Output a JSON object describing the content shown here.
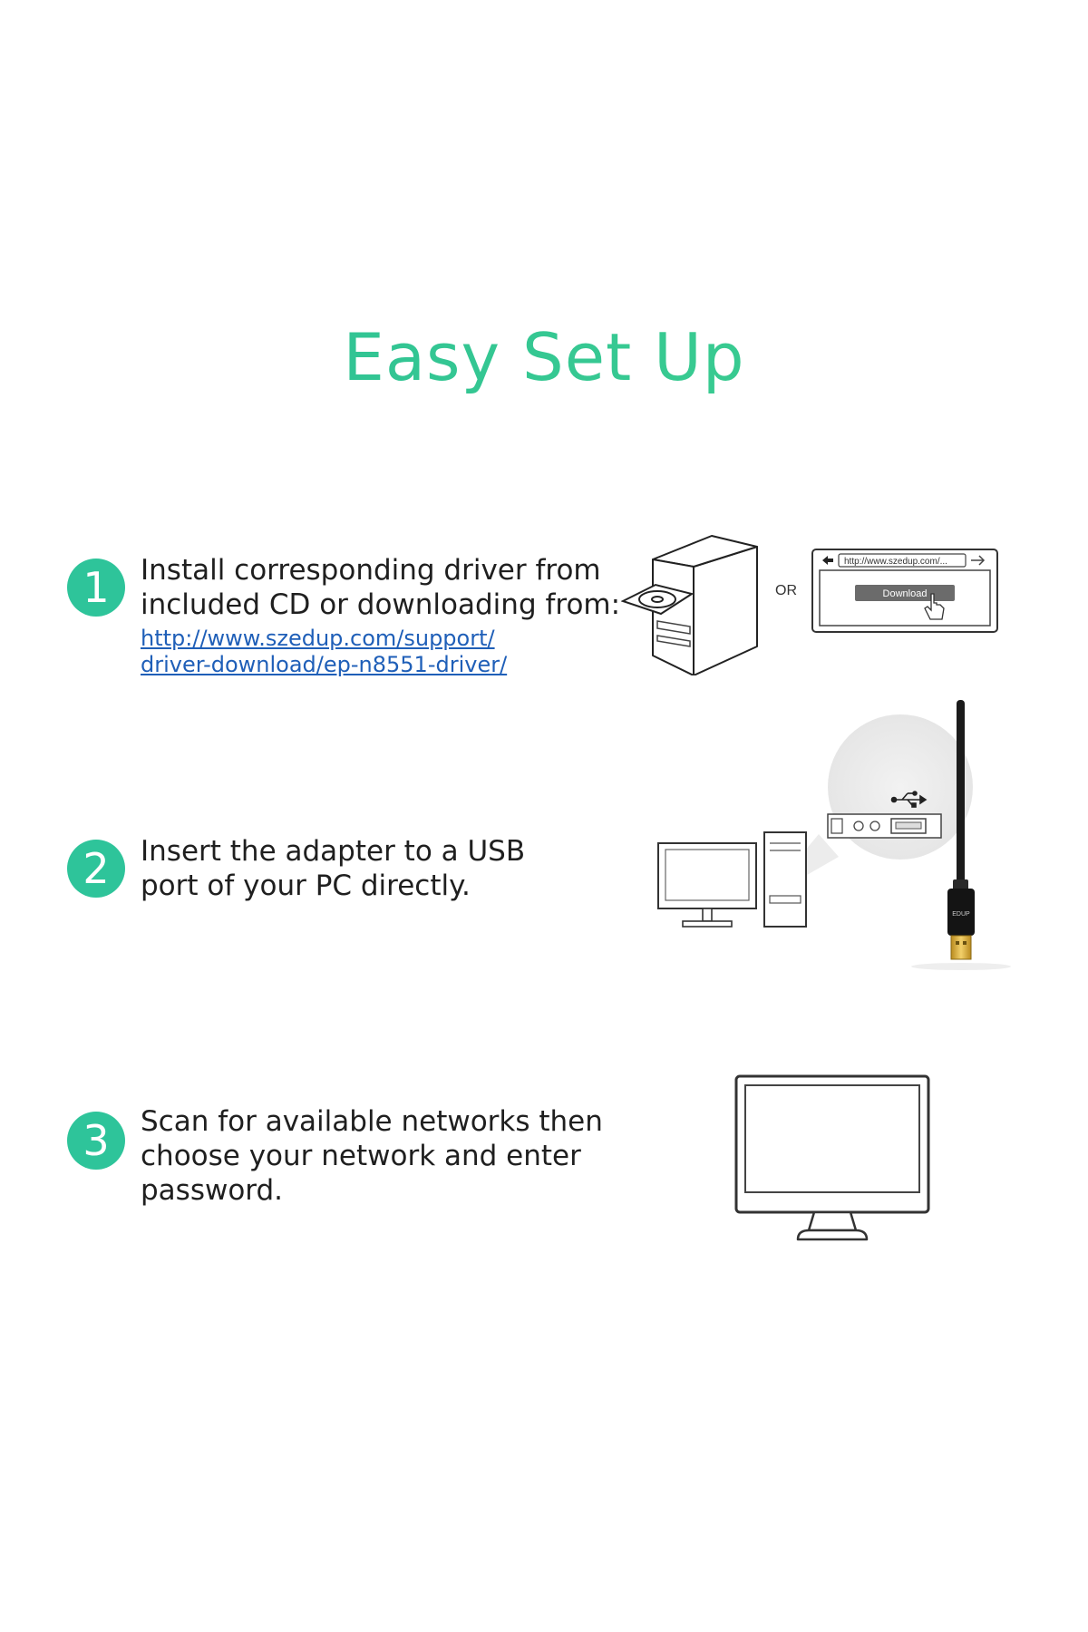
{
  "title": "Easy Set Up",
  "steps": [
    {
      "number": "1",
      "lines": [
        "Install corresponding driver from",
        "included CD or downloading from:"
      ],
      "link_lines": [
        "http://www.szedup.com/support/",
        "driver-download/ep-n8551-driver/"
      ]
    },
    {
      "number": "2",
      "lines": [
        "Insert the adapter to a USB",
        "port of your PC directly."
      ]
    },
    {
      "number": "3",
      "lines": [
        "Scan for available networks then",
        "choose your network and enter",
        "password."
      ]
    }
  ],
  "illustration": {
    "or_label": "OR",
    "browser_url": "http://www.szedup.com/...",
    "download_button": "Download",
    "adapter_brand": "EDUP"
  },
  "icons": [
    "pc-tower-cd-icon",
    "browser-window-icon",
    "cursor-hand-icon",
    "desktop-pc-icon",
    "usb-symbol-icon",
    "usb-adapter-icon",
    "monitor-icon"
  ],
  "colors": {
    "accent": "#2ec49a",
    "link": "#1f5fb8",
    "text": "#1f1f1f"
  }
}
